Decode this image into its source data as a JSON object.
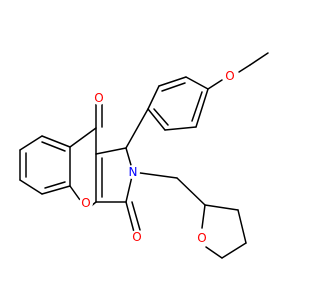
{
  "molecule": {
    "atoms": {
      "ethoxy_o": {
        "label": "O",
        "color": "#ff0000"
      },
      "top_carbonyl_o": {
        "label": "O",
        "color": "#ff0000"
      },
      "ring_n": {
        "label": "N",
        "color": "#0000ff"
      },
      "chromene_o": {
        "label": "O",
        "color": "#ff0000"
      },
      "lactam_o": {
        "label": "O",
        "color": "#ff0000"
      },
      "thf_o": {
        "label": "O",
        "color": "#ff0000"
      }
    },
    "bond_color": "#000000",
    "background": "#ffffff"
  }
}
